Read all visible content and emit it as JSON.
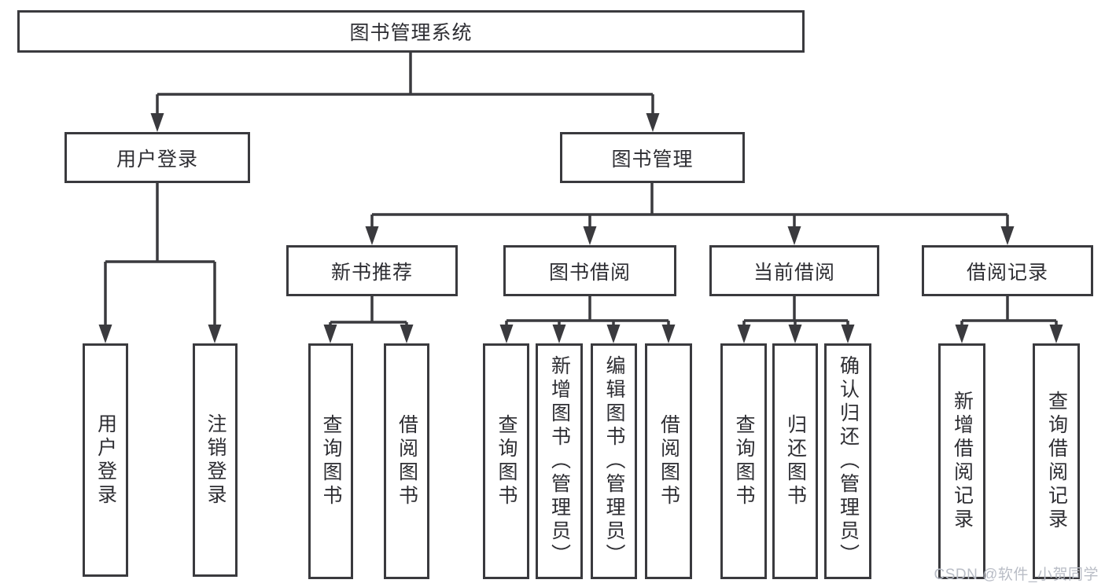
{
  "diagram": {
    "root": {
      "label": "图书管理系统"
    },
    "user_login": {
      "label": "用户登录",
      "children": {
        "login": {
          "label": "用户登录"
        },
        "logout": {
          "label": "注销登录"
        }
      }
    },
    "book_management": {
      "label": "图书管理",
      "children": {
        "new_book_recommend": {
          "label": "新书推荐",
          "children": {
            "search_books": {
              "label": "查询图书"
            },
            "borrow_books": {
              "label": "借阅图书"
            }
          }
        },
        "book_borrow": {
          "label": "图书借阅",
          "children": {
            "search_books": {
              "label": "查询图书"
            },
            "add_book_admin": {
              "label": "新增图书（管理员）"
            },
            "edit_book_admin": {
              "label": "编辑图书（管理员）"
            },
            "borrow_books": {
              "label": "借阅图书"
            }
          }
        },
        "current_borrow": {
          "label": "当前借阅",
          "children": {
            "search_books": {
              "label": "查询图书"
            },
            "return_books": {
              "label": "归还图书"
            },
            "confirm_return_admin": {
              "label": "确认归还（管理员）"
            }
          }
        },
        "borrow_records": {
          "label": "借阅记录",
          "children": {
            "add_borrow_record": {
              "label": "新增借阅记录"
            },
            "search_borrow_record": {
              "label": "查询借阅记录"
            }
          }
        }
      }
    }
  },
  "watermark": {
    "text": "CSDN @软件_小贺同学"
  },
  "colors": {
    "line": "#3a3a3e",
    "text": "#2e2e33",
    "watermark": "#b9bdc6",
    "background": "#ffffff"
  }
}
